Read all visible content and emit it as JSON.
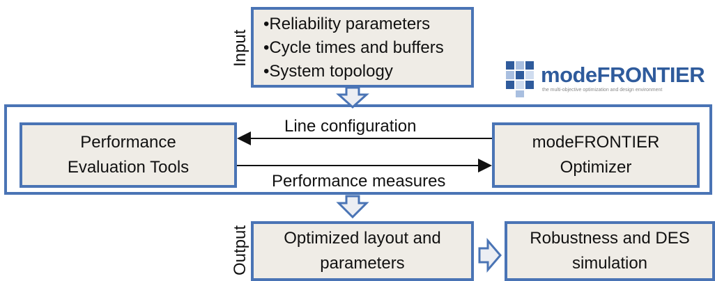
{
  "input_label": "Input",
  "output_label": "Output",
  "input_items": [
    "•Reliability parameters",
    "•Cycle times and buffers",
    "•System topology"
  ],
  "logo": {
    "name": "modeFRONTIER",
    "tagline": "the multi-objective optimization and design environment",
    "color": "#2f5b9c"
  },
  "perf_tools": {
    "line1": "Performance",
    "line2": "Evaluation Tools"
  },
  "optimizer": {
    "line1": "modeFRONTIER",
    "line2": "Optimizer"
  },
  "arrow_top_label": "Line configuration",
  "arrow_bottom_label": "Performance measures",
  "output_box": {
    "line1": "Optimized layout and",
    "line2": "parameters"
  },
  "robust_box": {
    "line1": "Robustness and DES",
    "line2": "simulation"
  },
  "colors": {
    "border": "#4a74b5",
    "box_fill": "#efece6",
    "arrow_fill": "#eceef3"
  }
}
